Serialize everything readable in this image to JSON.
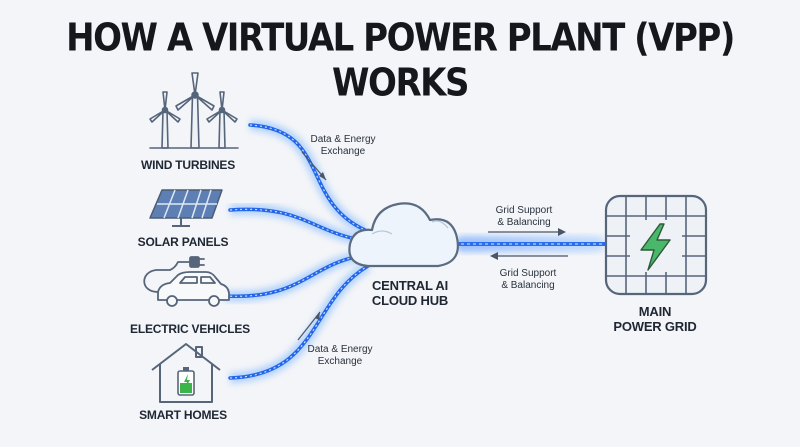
{
  "title": "HOW A VIRTUAL POWER PLANT (VPP) WORKS",
  "sources": [
    {
      "label": "WIND TURBINES",
      "icon": "wind-turbines-icon"
    },
    {
      "label": "SOLAR PANELS",
      "icon": "solar-panel-icon"
    },
    {
      "label": "ELECTRIC VEHICLES",
      "icon": "electric-vehicle-icon"
    },
    {
      "label": "SMART HOMES",
      "icon": "smart-home-icon"
    }
  ],
  "hub": {
    "line1": "CENTRAL AI",
    "line2": "CLOUD HUB",
    "icon": "cloud-icon"
  },
  "grid": {
    "line1": "MAIN",
    "line2": "POWER GRID",
    "icon": "power-grid-icon"
  },
  "annotations": {
    "exchange_top": {
      "line1": "Data & Energy",
      "line2": "Exchange"
    },
    "exchange_bottom": {
      "line1": "Data & Energy",
      "line2": "Exchange"
    },
    "grid_support_top": {
      "line1": "Grid Support",
      "line2": "& Balancing"
    },
    "grid_support_bottom": {
      "line1": "Grid Support",
      "line2": "& Balancing"
    }
  },
  "colors": {
    "flow_glow": "#5aa2ff",
    "flow_core": "#1f5fe0",
    "icon_stroke": "#56657a",
    "battery_fill": "#3bb54a",
    "bolt_fill": "#49b86a"
  }
}
